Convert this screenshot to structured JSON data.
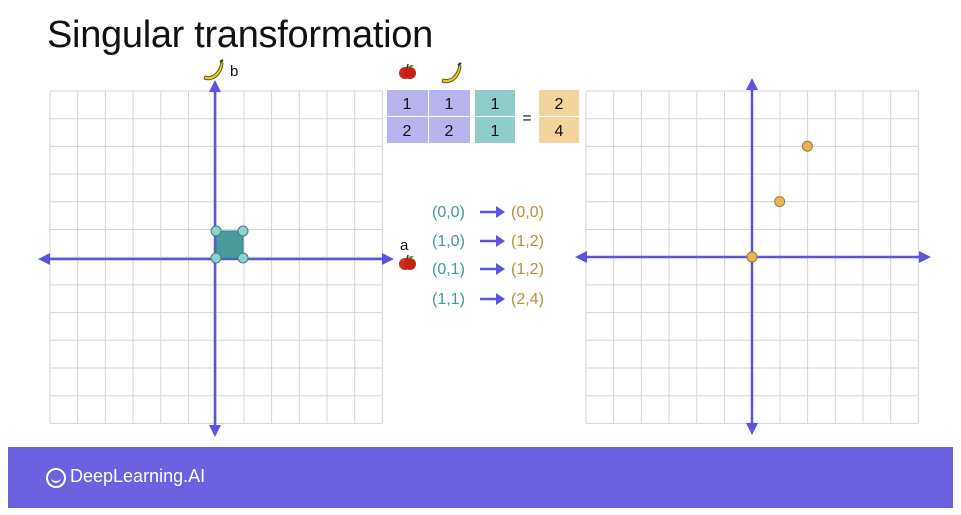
{
  "title": "Singular transformation",
  "axis_labels": {
    "x": "a",
    "y": "b"
  },
  "icons": {
    "x_axis": "apple-icon",
    "y_axis": "banana-icon"
  },
  "matrix": {
    "header_icons": [
      "apple-icon",
      "banana-icon"
    ],
    "rows": [
      [
        "1",
        "1"
      ],
      [
        "2",
        "2"
      ]
    ],
    "vector": [
      "1",
      "1"
    ],
    "equals": "=",
    "result": [
      "2",
      "4"
    ]
  },
  "mappings": [
    {
      "from": "(0,0)",
      "to": "(0,0)"
    },
    {
      "from": "(1,0)",
      "to": "(1,2)"
    },
    {
      "from": "(0,1)",
      "to": "(1,2)"
    },
    {
      "from": "(1,1)",
      "to": "(2,4)"
    }
  ],
  "colors": {
    "axis": "#5e52e0",
    "grid": "#d4d4d4",
    "square": "#4a9a9a",
    "matrix_fill": "#b8b4f0",
    "vector_fill": "#8ecdc9",
    "result_fill": "#f2d49c",
    "from_text": "#3d9c9c",
    "to_text": "#b8913a",
    "point": "#e8b552",
    "footer": "#6c62e0"
  },
  "input_points": [
    [
      0,
      0
    ],
    [
      1,
      0
    ],
    [
      0,
      1
    ],
    [
      1,
      1
    ]
  ],
  "output_points": [
    [
      0,
      0
    ],
    [
      1,
      2
    ],
    [
      2,
      4
    ]
  ],
  "footer": {
    "brand": "DeepLearning.AI"
  }
}
